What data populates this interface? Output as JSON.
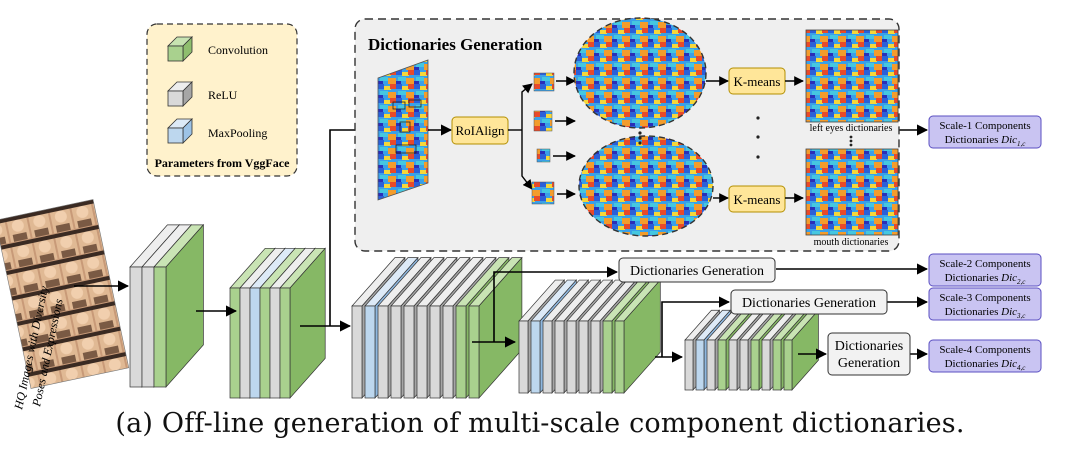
{
  "legend": {
    "convolution": "Convolution",
    "relu": "ReLU",
    "maxpooling": "MaxPooling",
    "footer": "Parameters from VggFace"
  },
  "dict_panel": {
    "title": "Dictionaries Generation",
    "roialign": "RoIAlign",
    "kmeans_top": "K-means",
    "kmeans_bottom": "K-means",
    "left_eyes_label": "left eyes dictionaries",
    "mouth_label": "mouth dictionaries"
  },
  "input_label": {
    "line1": "HQ Images with Diversity",
    "line2": "Poses and Expressions"
  },
  "dict_gen_boxes": {
    "scale2": "Dictionaries Generation",
    "scale3": "Dictionaries Generation",
    "scale4_line1": "Dictionaries",
    "scale4_line2": "Generation"
  },
  "outputs": [
    {
      "line1": "Scale-1 Components",
      "line2": "Dictionaries",
      "sym": "Dic",
      "sub": "1,c"
    },
    {
      "line1": "Scale-2 Components",
      "line2": "Dictionaries",
      "sym": "Dic",
      "sub": "2,c"
    },
    {
      "line1": "Scale-3 Components",
      "line2": "Dictionaries",
      "sym": "Dic",
      "sub": "3,c"
    },
    {
      "line1": "Scale-4 Components",
      "line2": "Dictionaries",
      "sym": "Dic",
      "sub": "4,c"
    }
  ],
  "caption": "(a) Off-line generation of multi-scale component dictionaries.",
  "colors": {
    "conv": "#a9d18e",
    "relu": "#d9d9d9",
    "pool": "#bdd7ee",
    "legend_bg": "#fff2cc",
    "panel_bg": "#efefef",
    "roi_box": "#ffe699",
    "output_box": "#c9c4f2"
  }
}
